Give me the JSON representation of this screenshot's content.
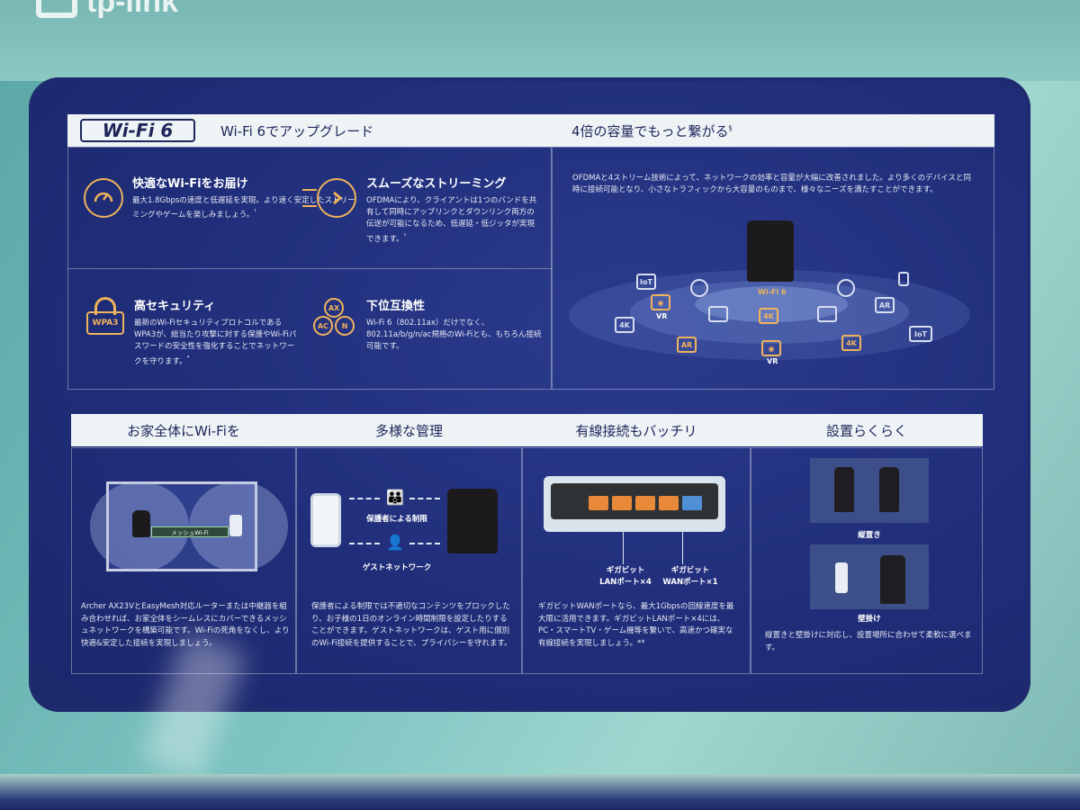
{
  "brand": {
    "logo_text": "tp-link"
  },
  "top_section": {
    "badge": "Wi-Fi 6",
    "title_left": "Wi-Fi 6でアップグレード",
    "title_right": "4倍の容量でもっと繋がる",
    "title_right_note": "§"
  },
  "features": [
    {
      "title": "快適なWi-Fiをお届け",
      "desc": "最大1.8Gbpsの速度と低遅延を実現。より速く安定したストリーミングやゲームを楽しみましょう。",
      "note": "¹",
      "icon": "speedometer-icon"
    },
    {
      "title": "スムーズなストリーミング",
      "desc": "OFDMAにより、クライアントは1つのバンドを共有して同時にアップリンクとダウンリンク両方の伝送が可能になるため、低遅延・低ジッタが実現できます。",
      "note": "¹",
      "icon": "streaming-icon"
    },
    {
      "title": "高セキュリティ",
      "desc": "最新のWi-FiセキュリティプロトコルであるWPA3が、総当たり攻撃に対する保護やWi-Fiパスワードの安全性を強化することでネットワークを守ります。",
      "note": "⁴",
      "icon": "lock-icon",
      "icon_text": "WPA3"
    },
    {
      "title": "下位互換性",
      "desc": "Wi-Fi 6（802.11ax）だけでなく、802.11a/b/g/n/ac規格のWi-Fiとも、もちろん接続可能です。",
      "note": "",
      "icon": "compat-icon",
      "icon_text_top": "AX",
      "icon_text_left": "AC",
      "icon_text_right": "N"
    }
  ],
  "ofdma": {
    "desc": "OFDMAと4ストリーム技術によって、ネットワークの効率と容量が大幅に改善されました。より多くのデバイスと同時に接続可能となり、小さなトラフィックから大容量のものまで、様々なニーズを満たすことができます。",
    "center_label": "Wi-Fi 6",
    "device_labels": [
      "IoT",
      "VR",
      "4K",
      "AR",
      "4K",
      "AR",
      "VR",
      "4K",
      "IoT"
    ]
  },
  "sections": [
    {
      "title": "お家全体にWi-Fiを",
      "mesh_label": "メッシュWi-Fi",
      "desc": "Archer AX23VとEasyMesh対応ルーターまたは中継器を組み合わせれば、お家全体をシームレスにカバーできるメッシュネットワークを構築可能です。Wi-Fiの死角をなくし、より快適&安定した接続を実現しましょう。"
    },
    {
      "title": "多様な管理",
      "label_parental": "保護者による制限",
      "label_guest": "ゲストネットワーク",
      "desc": "保護者による制限では不適切なコンテンツをブロックしたり、お子様の1日のオンライン時間制限を設定したりすることができます。ゲストネットワークは、ゲスト用に個別のWi-Fi接続を提供することで、プライバシーを守れます。"
    },
    {
      "title": "有線接続もバッチリ",
      "label_lan": "ギガビット\nLANポート×4",
      "label_wan": "ギガビット\nWANポート×1",
      "desc": "ギガビットWANポートなら、最大1Gbpsの回線速度を最大限に活用できます。ギガビットLANポート×4には、PC・スマートTV・ゲーム機等を繋いで、高速かつ確実な有線接続を実現しましょう。**"
    },
    {
      "title": "設置らくらく",
      "label_stand": "縦置き",
      "label_wall": "壁掛け",
      "desc": "縦置きと壁掛けに対応し、設置場所に合わせて柔軟に選べます。"
    }
  ],
  "colors": {
    "panel": "#202e7a",
    "accent": "#f0b35c",
    "bar": "#eef3f6",
    "teal": "#7cc3c1"
  }
}
